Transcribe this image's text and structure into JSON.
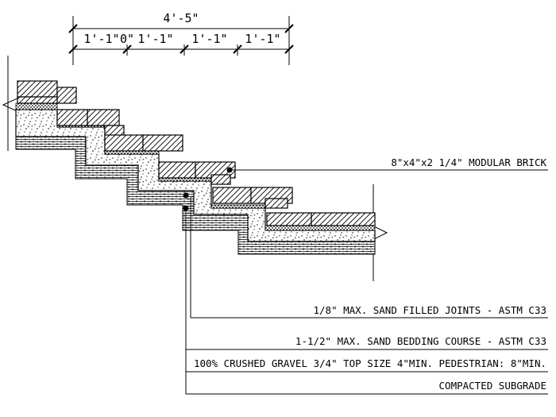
{
  "dimensions": {
    "overall": "4'-5\"",
    "treads": [
      "1'-1\"",
      "1'-1\"",
      "1'-1\"",
      "1'-1\""
    ],
    "gap_label": "0\""
  },
  "callouts": {
    "brick": "8\"x4\"x2 1/4\" MODULAR BRICK",
    "joints": "1/8\" MAX. SAND FILLED JOINTS - ASTM C33",
    "bedding": "1-1/2\" MAX. SAND BEDDING COURSE - ASTM C33",
    "gravel": "100% CRUSHED GRAVEL 3/4\" TOP SIZE 4\"MIN. PEDESTRIAN: 8\"MIN.",
    "subgrade": "COMPACTED SUBGRADE"
  }
}
